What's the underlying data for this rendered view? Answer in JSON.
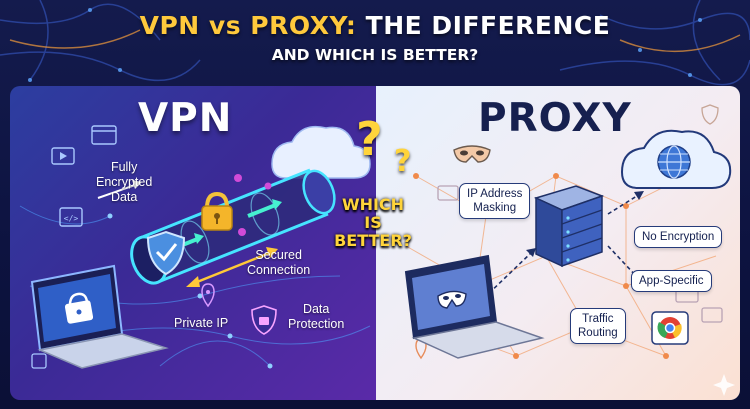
{
  "title": {
    "line1_highlight": "VPN vs PROXY:",
    "line1_rest": " THE DIFFERENCE",
    "line2": "AND WHICH IS BETTER?"
  },
  "vpn": {
    "heading": "VPN",
    "labels": {
      "fully_encrypted": [
        "Fully",
        "Encrypted",
        "Data"
      ],
      "secured_connection": [
        "Secured",
        "Connection"
      ],
      "private_ip": "Private IP",
      "data_protection": [
        "Data",
        "Protection"
      ]
    }
  },
  "center": {
    "question_mark": "?",
    "which_is_better": [
      "WHICH",
      "IS",
      "BETTER?"
    ]
  },
  "proxy": {
    "heading": "PROXY",
    "labels": {
      "ip_masking": [
        "IP Address",
        "Masking"
      ],
      "no_encryption": "No Encryption",
      "app_specific": "App-Specific",
      "traffic_routing": [
        "Traffic",
        "Routing"
      ]
    }
  },
  "icons": [
    "laptop-lock-icon",
    "encrypted-tunnel-icon",
    "padlock-icon",
    "shield-icon",
    "cloud-icon",
    "globe-cloud-icon",
    "server-icon",
    "mask-icon",
    "browser-app-icon",
    "video-icon",
    "code-icon",
    "location-pin-icon",
    "sparkle-icon"
  ],
  "colors": {
    "title_gold": "#ffc93c",
    "vpn_panel": "#3b2a96",
    "proxy_panel": "#f4ecf2",
    "tunnel_cyan": "#35d7ef",
    "network_orange": "#f08a4b"
  }
}
